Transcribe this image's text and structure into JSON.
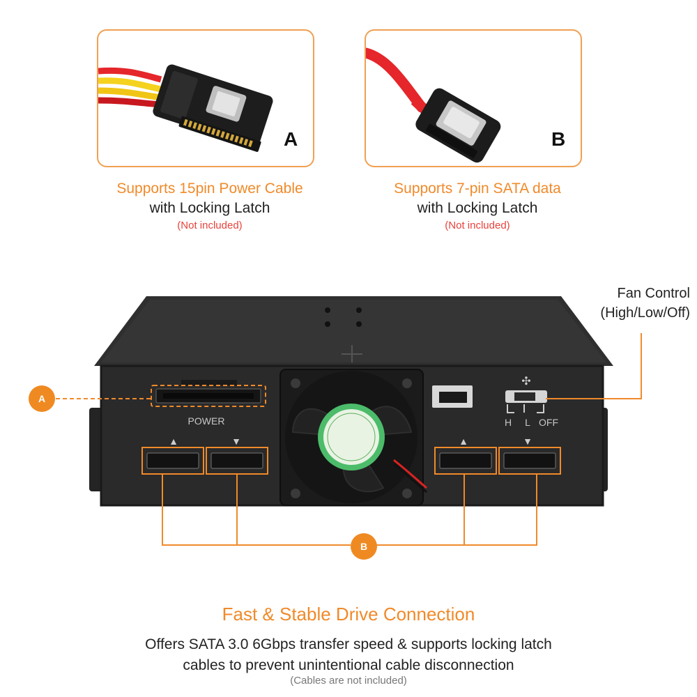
{
  "panel_a": {
    "letter": "A",
    "caption_line1": "Supports 15pin Power Cable",
    "caption_line2": "with Locking Latch",
    "note": "(Not included)"
  },
  "panel_b": {
    "letter": "B",
    "caption_line1": "Supports 7-pin SATA data",
    "caption_line2": "with Locking Latch",
    "note": "(Not included)"
  },
  "device": {
    "power_label": "POWER",
    "switch_labels": [
      "H",
      "L",
      "OFF"
    ],
    "badge_a": "A",
    "badge_b": "B"
  },
  "fan_control": {
    "line1": "Fan Control",
    "line2": "(High/Low/Off)"
  },
  "footer": {
    "title": "Fast & Stable Drive Connection",
    "desc_line1": "Offers SATA 3.0 6Gbps transfer speed & supports locking latch",
    "desc_line2": "cables to prevent unintentional cable disconnection",
    "note": "(Cables are not included)"
  },
  "colors": {
    "accent": "#f08a2a",
    "note_red": "#e8423b",
    "device_body": "#2b2b2b"
  }
}
